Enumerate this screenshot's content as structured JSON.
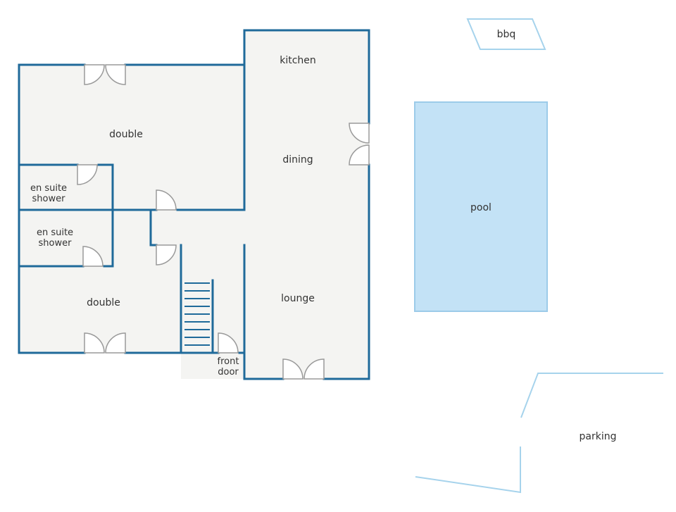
{
  "labels": {
    "kitchen": "kitchen",
    "dining": "dining",
    "lounge": "lounge",
    "double_upper": "double",
    "double_lower": "double",
    "ensuite_1_line1": "en suite",
    "ensuite_1_line2": "shower",
    "ensuite_2_line1": "en suite",
    "ensuite_2_line2": "shower",
    "front_door_line1": "front",
    "front_door_line2": "door",
    "bbq": "bbq",
    "pool": "pool",
    "parking": "parking"
  },
  "colors": {
    "wall": "#1f6a9a",
    "floor": "#f4f4f2",
    "door": "#9a9a9a",
    "outdoor_line": "#a6d3ec",
    "pool_fill": "#c3e2f6",
    "pool_stroke": "#9ccbe9",
    "text": "#333333"
  }
}
